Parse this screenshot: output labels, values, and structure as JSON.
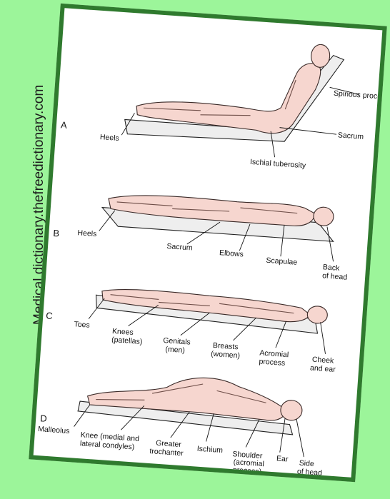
{
  "watermark": "Medical.dictionary.thefreedictionary.com",
  "panels": [
    {
      "letter": "A",
      "labels": [
        "Spinous proce",
        "Sacrum",
        "Heels",
        "Ischial tuberosity"
      ]
    },
    {
      "letter": "B",
      "labels": [
        "Heels",
        "Sacrum",
        "Elbows",
        "Scapulae",
        "Back",
        "of head"
      ]
    },
    {
      "letter": "C",
      "labels": [
        "Toes",
        "Knees",
        "(patellas)",
        "Genitals",
        "(men)",
        "Breasts",
        "(women)",
        "Acromial",
        "process",
        "Cheek",
        "and ear"
      ]
    },
    {
      "letter": "D",
      "labels": [
        "Malleolus",
        "Knee (medial and",
        "lateral condyles)",
        "Greater",
        "trochanter",
        "Ischium",
        "Shoulder",
        "(acromial",
        "process)",
        "Ear",
        "Side",
        "of head"
      ]
    }
  ],
  "colors": {
    "background": "#9cf59a",
    "frame": "#2f7a2e",
    "skin": "#f6d6cf"
  }
}
